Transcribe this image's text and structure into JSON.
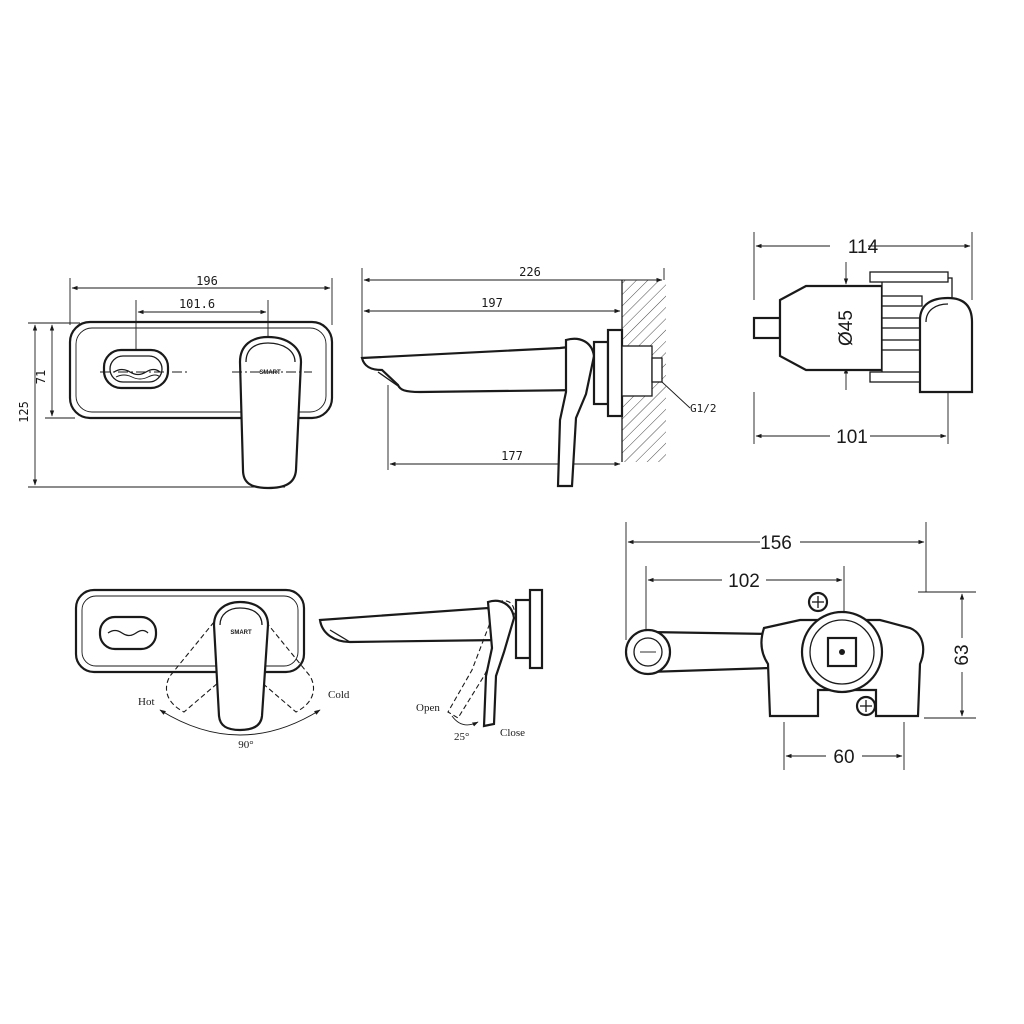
{
  "dimensions": {
    "front_width": "196",
    "front_spacing": "101.6",
    "front_plate_height": "71",
    "front_total_height": "125",
    "side_total": "226",
    "side_to_wall": "197",
    "side_spout": "177",
    "side_thread": "G1/2",
    "body_width": "114",
    "body_depth": "101",
    "body_diameter": "Ø45",
    "valve_length": "156",
    "valve_offset": "102",
    "valve_height": "63",
    "valve_spacing": "60"
  },
  "operation": {
    "hot_label": "Hot",
    "cold_label": "Cold",
    "rotation_angle": "90°",
    "open_label": "Open",
    "close_label": "Close",
    "tilt_angle": "25°"
  },
  "branding": {
    "logo_text": "SMART"
  }
}
